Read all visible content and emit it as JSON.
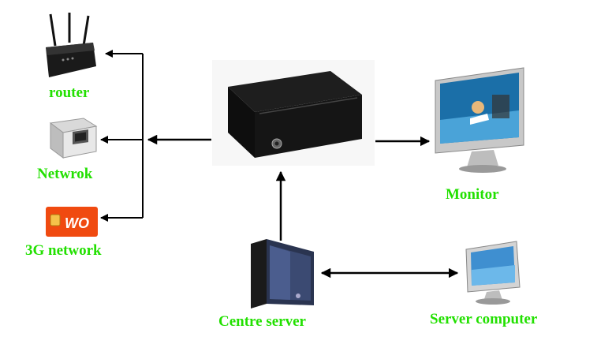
{
  "labels": {
    "router": "router",
    "network": "Netwrok",
    "g3": "3G network",
    "monitor": "Monitor",
    "centre_server": "Centre server",
    "server_computer": "Server computer"
  },
  "sim_brand": "WO",
  "colors": {
    "label_green": "#22e000",
    "arrow": "#000000",
    "sim_orange": "#f04a10"
  }
}
